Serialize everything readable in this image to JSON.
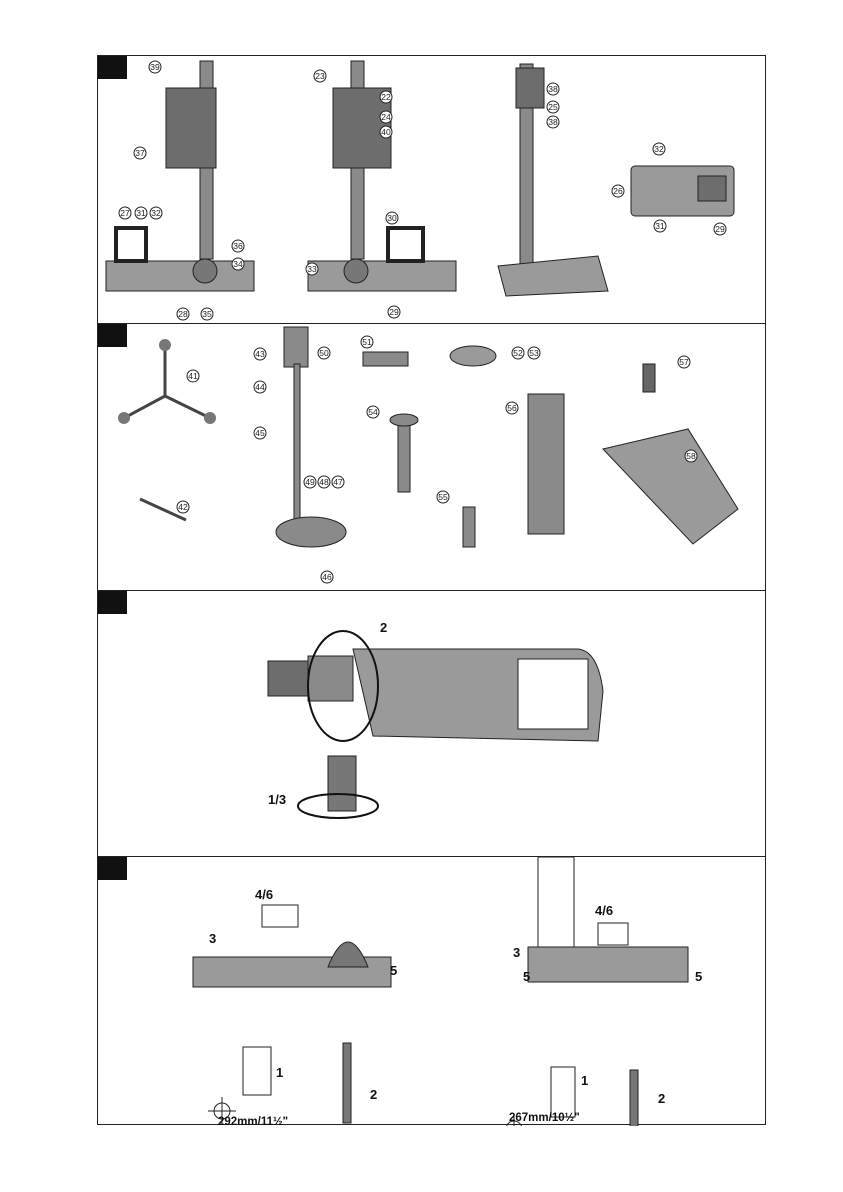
{
  "panels": [
    {
      "id": "panel-1",
      "callouts": [
        "39",
        "23",
        "22",
        "24",
        "40",
        "37",
        "38",
        "25",
        "38",
        "32",
        "26",
        "31",
        "29",
        "27",
        "31",
        "32",
        "30",
        "36",
        "34",
        "33",
        "28",
        "35",
        "29"
      ]
    },
    {
      "id": "panel-2",
      "callouts": [
        "41",
        "42",
        "43",
        "50",
        "44",
        "45",
        "49",
        "48",
        "47",
        "46",
        "51",
        "52",
        "53",
        "54",
        "55",
        "56",
        "57",
        "58"
      ]
    },
    {
      "id": "panel-3",
      "step_labels": {
        "rotate": "2",
        "handle": "1/3"
      }
    },
    {
      "id": "panel-4",
      "step_labels": {
        "left_46": "4/6",
        "left_3": "3",
        "left_5": "5",
        "left_1": "1",
        "left_2": "2",
        "right_46": "4/6",
        "right_3": "3",
        "right_5a": "5",
        "right_5b": "5",
        "right_1": "1",
        "right_2": "2"
      },
      "dimensions": {
        "left": "292mm/11½\"",
        "right": "267mm/10½\""
      }
    }
  ]
}
